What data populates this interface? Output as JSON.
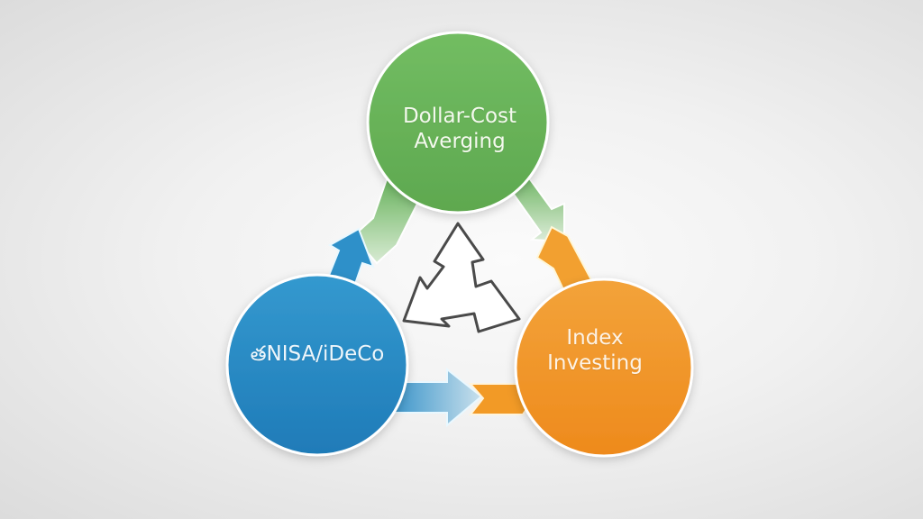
{
  "diagram": {
    "nodes": [
      {
        "id": "green",
        "label_lines": [
          "Dollar-Cost",
          "Averging"
        ],
        "color": "#6ab55b"
      },
      {
        "id": "blue",
        "label_lines": [
          "తNISA/iDeCo"
        ],
        "color": "#2e8fc7"
      },
      {
        "id": "orange",
        "label_lines": [
          "Index",
          "Investing"
        ],
        "color": "#f19a2a"
      }
    ],
    "connectors": [
      {
        "from": "blue",
        "to": "green",
        "type": "arrow"
      },
      {
        "from": "green",
        "to": "orange",
        "type": "arrow"
      },
      {
        "from": "blue",
        "to": "orange",
        "type": "arrow"
      }
    ],
    "center_icon": "recycle-triangle-arrows-icon",
    "colors": {
      "green": "#6ab55b",
      "blue": "#2e8fc7",
      "orange": "#f19a2a",
      "center_outline": "#4a4a4a"
    }
  }
}
